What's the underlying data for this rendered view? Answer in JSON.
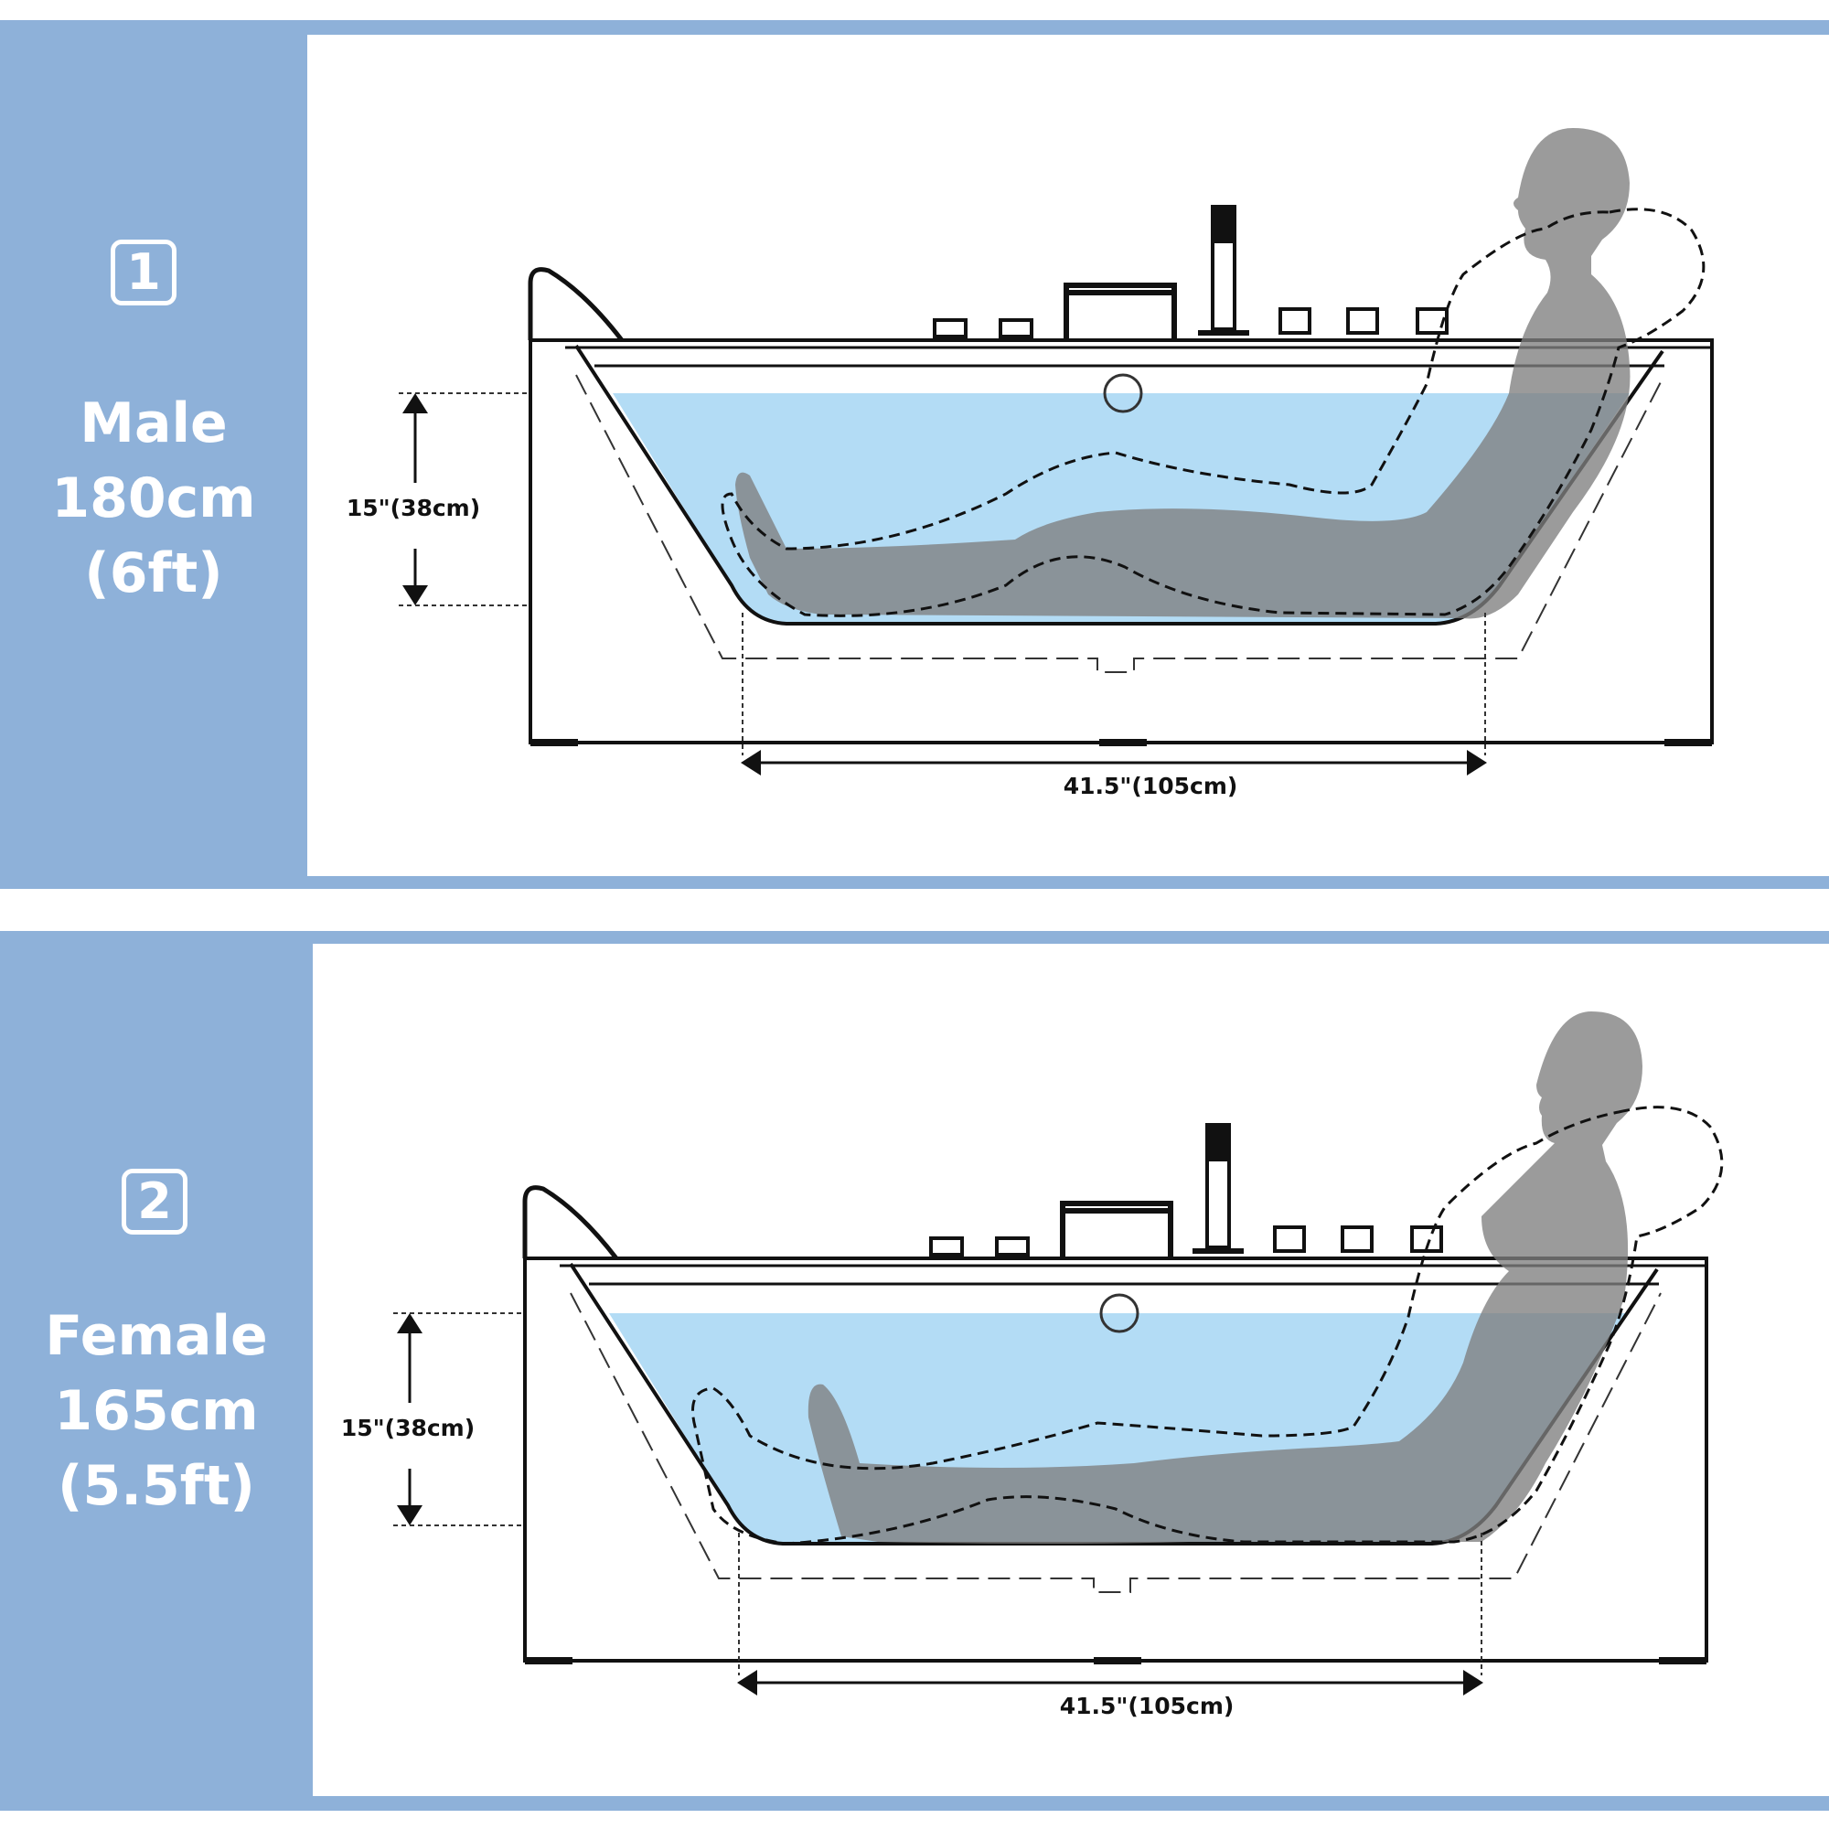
{
  "colors": {
    "panel": "#8eb1d9",
    "water": "#b3dcf5",
    "silhouette": "#7f7f7f"
  },
  "panels": [
    {
      "badge": "1",
      "gender": "Male",
      "height_metric": "180cm",
      "height_imperial": "(6ft)",
      "depth_label": "15\"(38cm)",
      "length_label": "41.5\"(105cm)"
    },
    {
      "badge": "2",
      "gender": "Female",
      "height_metric": "165cm",
      "height_imperial": "(5.5ft)",
      "depth_label": "15\"(38cm)",
      "length_label": "41.5\"(105cm)"
    }
  ]
}
